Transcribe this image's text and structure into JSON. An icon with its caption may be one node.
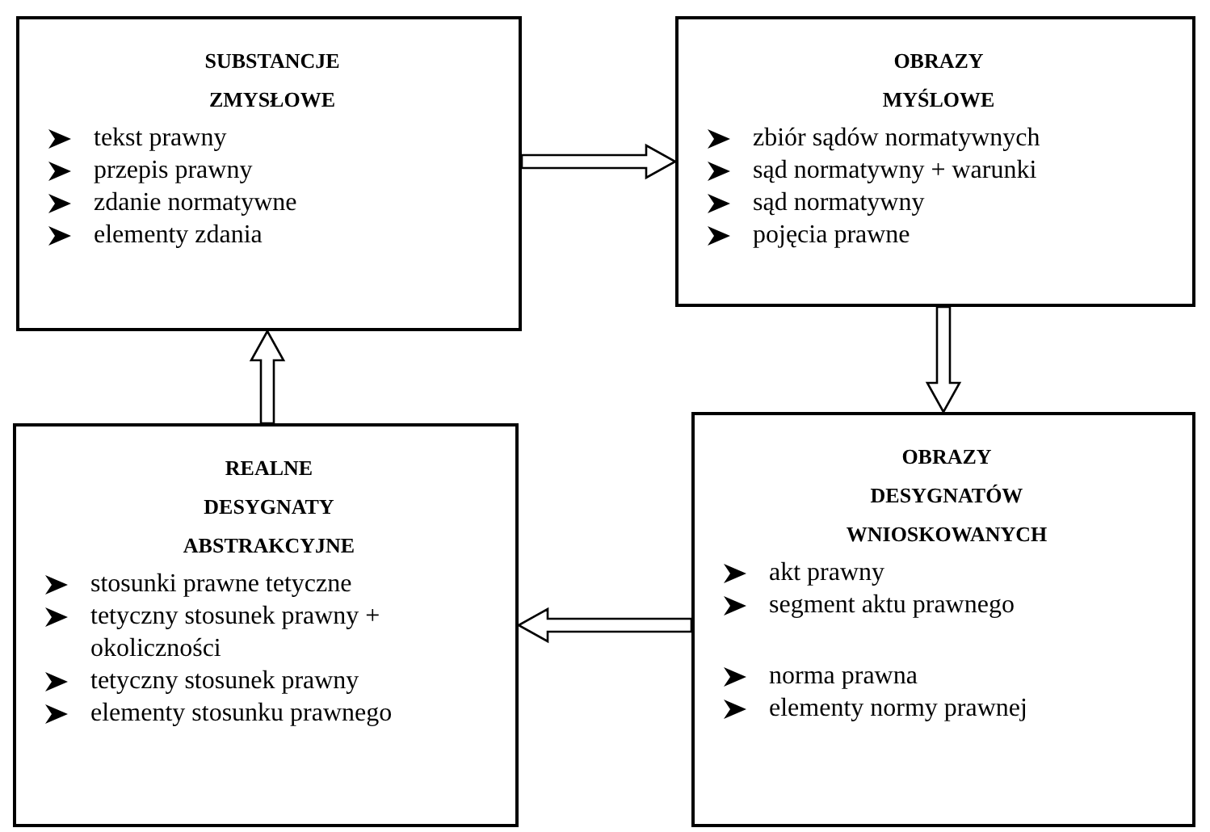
{
  "diagram": {
    "nodes": [
      {
        "text": [
          "SUBSTANCJE ZMYSŁOWE",
          "tekst prawny",
          "przepis prawny",
          "zdanie normatywne",
          "elementy zdania"
        ]
      },
      {
        "text": [
          "OBRAZY MYŚLOWE",
          "zbiór sądów normatywnych",
          "sąd normatywny + warunki",
          "sąd  normatywny",
          "pojęcia prawne"
        ]
      },
      {
        "text": [
          "OBRAZY DESYGNATÓW WNIOSKOWANYCH",
          "akt prawny",
          "segment aktu prawnego",
          "norma prawna",
          "elementy normy prawnej"
        ]
      },
      {
        "text": [
          "REALNE DESYGNATY ABSTRAKCYJNE",
          "stosunki prawne tetyczne",
          "tetyczny stosunek prawny + okoliczności",
          "tetyczny stosunek  prawny",
          "elementy stosunku prawnego"
        ]
      }
    ],
    "edges": [
      {
        "from": 0,
        "to": 1,
        "arrow": "to"
      },
      {
        "from": 1,
        "to": 2,
        "arrow": "to"
      },
      {
        "from": 2,
        "to": 3,
        "arrow": "to"
      },
      {
        "from": 3,
        "to": 0,
        "arrow": "to"
      }
    ]
  }
}
